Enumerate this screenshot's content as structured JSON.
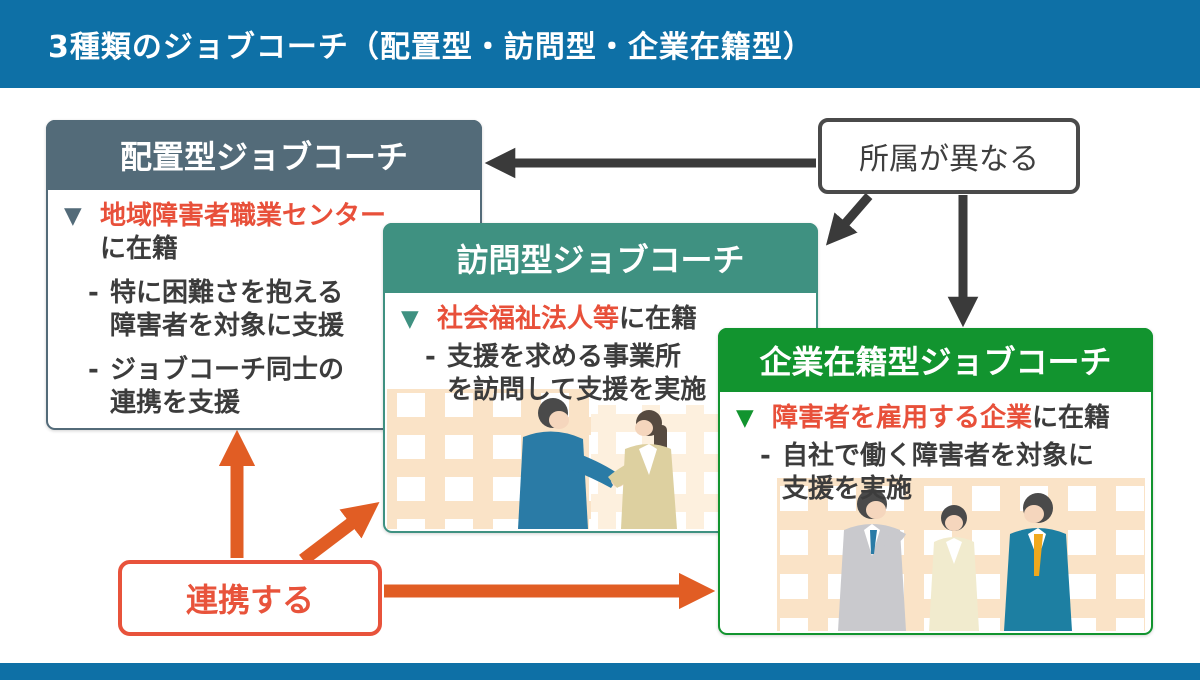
{
  "page": {
    "title": "3種類のジョブコーチ（配置型・訪問型・企業在籍型）"
  },
  "colors": {
    "bar_blue": "#0e70a6",
    "slate_header": "#536b79",
    "teal_header": "#3f9181",
    "green_header": "#12942f",
    "accent_red": "#e8503a",
    "arrow_orange": "#e15d24",
    "cooperate_orange": "#e8533b",
    "arrow_black": "#3a3a3a",
    "text_dark": "#3c3c3c",
    "building_peach": "#fae3c7"
  },
  "icons": {
    "triangle_marker": "▼"
  },
  "cards": {
    "placement": {
      "title": "配置型ジョブコーチ",
      "affiliation_highlight": "地域障害者職業センター",
      "affiliation_rest": "に在籍",
      "bullets": [
        {
          "dash": "-",
          "line1": "特に困難さを抱える",
          "line2": "障害者を対象に支援"
        },
        {
          "dash": "-",
          "line1": "ジョブコーチ同士の",
          "line2": "連携を支援"
        }
      ]
    },
    "visiting": {
      "title": "訪問型ジョブコーチ",
      "affiliation_highlight": "社会福祉法人等",
      "affiliation_rest": "に在籍",
      "bullets": [
        {
          "dash": "-",
          "line1": "支援を求める事業所",
          "line2": "を訪問して支援を実施"
        }
      ]
    },
    "company_based": {
      "title": "企業在籍型ジョブコーチ",
      "affiliation_highlight": "障害者を雇用する企業",
      "affiliation_rest": "に在籍",
      "bullets": [
        {
          "dash": "-",
          "line1": "自社で働く障害者を対象に",
          "line2": "支援を実施"
        }
      ]
    }
  },
  "callouts": {
    "different_affiliation": "所属が異なる",
    "cooperate": "連携する"
  }
}
